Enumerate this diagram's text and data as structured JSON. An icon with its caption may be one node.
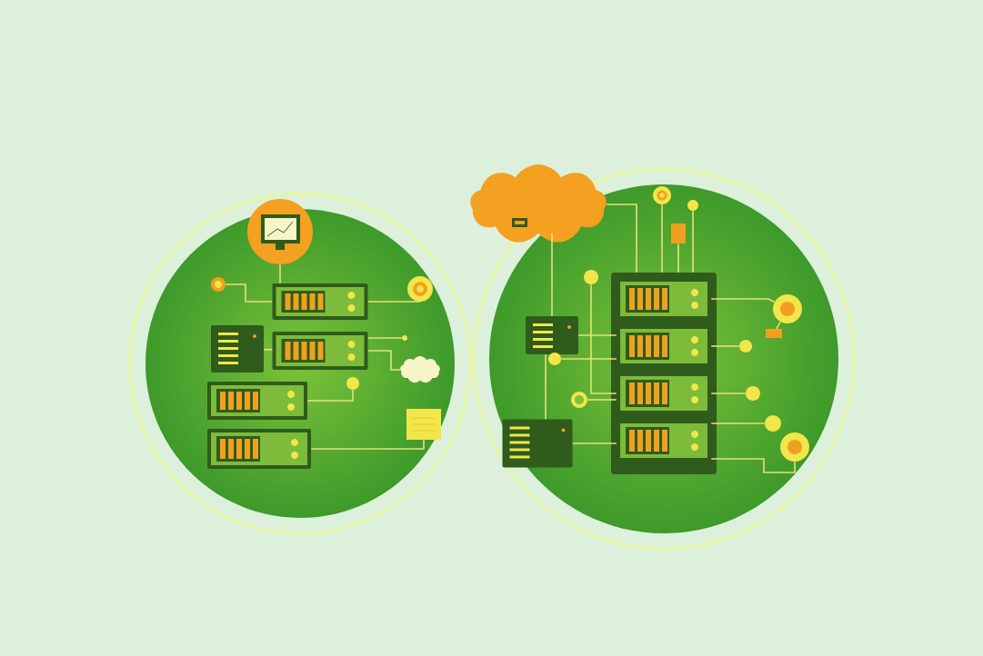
{
  "diagram": {
    "nodes": [
      {
        "text": [],
        "shape": "circle"
      },
      {
        "text": [],
        "shape": "circle",
        "in": 0
      },
      {
        "text": [],
        "shape": "circle",
        "in": 0
      },
      {
        "text": [],
        "shape": "box",
        "in": 0
      },
      {
        "text": [],
        "shape": "box",
        "in": 0
      },
      {
        "text": [],
        "shape": "box",
        "in": 0
      },
      {
        "text": [],
        "shape": "box",
        "in": 0
      },
      {
        "text": [],
        "shape": "box",
        "in": 0
      },
      {
        "text": [],
        "shape": "circle",
        "in": 0
      },
      {
        "text": [],
        "shape": "circle",
        "in": 0
      },
      {
        "text": [],
        "shape": "circle",
        "in": 0
      },
      {
        "text": [],
        "shape": "cloud",
        "in": 0
      },
      {
        "text": [],
        "shape": "box",
        "in": 0
      },
      {
        "text": [],
        "shape": "circle"
      },
      {
        "text": [],
        "shape": "cloud"
      },
      {
        "text": [],
        "shape": "circle",
        "in": 13
      },
      {
        "text": [],
        "shape": "circle",
        "in": 13
      },
      {
        "text": [],
        "shape": "box",
        "in": 13
      },
      {
        "text": [],
        "shape": "box",
        "in": 13
      },
      {
        "text": [],
        "shape": "box",
        "in": 18
      },
      {
        "text": [],
        "shape": "box",
        "in": 18
      },
      {
        "text": [],
        "shape": "box",
        "in": 18
      },
      {
        "text": [],
        "shape": "box",
        "in": 18
      },
      {
        "text": [],
        "shape": "box",
        "in": 13
      },
      {
        "text": [],
        "shape": "box",
        "in": 13
      },
      {
        "text": [],
        "shape": "circle",
        "in": 13
      },
      {
        "text": [],
        "shape": "circle",
        "in": 13
      },
      {
        "text": [],
        "shape": "circle",
        "in": 13
      },
      {
        "text": [],
        "shape": "circle",
        "in": 13
      },
      {
        "text": [],
        "shape": "box",
        "in": 13
      },
      {
        "text": [],
        "shape": "circle",
        "in": 13
      },
      {
        "text": [],
        "shape": "circle",
        "in": 13
      },
      {
        "text": [],
        "shape": "circle",
        "in": 13
      },
      {
        "text": [],
        "shape": "circle",
        "in": 13
      }
    ],
    "edges": [
      {
        "from": 1,
        "to": 3,
        "arrow": "none"
      },
      {
        "from": 2,
        "to": 3,
        "arrow": "none"
      },
      {
        "from": 3,
        "to": 8,
        "arrow": "none"
      },
      {
        "from": 5,
        "to": 9,
        "arrow": "none"
      },
      {
        "from": 5,
        "to": 11,
        "arrow": "none"
      },
      {
        "from": 4,
        "to": 5,
        "arrow": "none"
      },
      {
        "from": 6,
        "to": 10,
        "arrow": "none"
      },
      {
        "from": 7,
        "to": 12,
        "arrow": "none"
      },
      {
        "from": 14,
        "to": 23,
        "arrow": "none"
      },
      {
        "from": 14,
        "to": 18,
        "arrow": "none"
      },
      {
        "from": 15,
        "to": 18,
        "arrow": "none"
      },
      {
        "from": 16,
        "to": 18,
        "arrow": "none"
      },
      {
        "from": 17,
        "to": 18,
        "arrow": "none"
      },
      {
        "from": 25,
        "to": 21,
        "arrow": "none"
      },
      {
        "from": 23,
        "to": 20,
        "arrow": "none"
      },
      {
        "from": 26,
        "to": 20,
        "arrow": "none"
      },
      {
        "from": 27,
        "to": 21,
        "arrow": "none"
      },
      {
        "from": 24,
        "to": 22,
        "arrow": "none"
      },
      {
        "from": 23,
        "to": 24,
        "arrow": "none"
      },
      {
        "from": 19,
        "to": 28,
        "arrow": "none"
      },
      {
        "from": 28,
        "to": 29,
        "arrow": "none"
      },
      {
        "from": 20,
        "to": 30,
        "arrow": "none"
      },
      {
        "from": 21,
        "to": 31,
        "arrow": "none"
      },
      {
        "from": 22,
        "to": 32,
        "arrow": "none"
      },
      {
        "from": 22,
        "to": 33,
        "arrow": "none"
      }
    ]
  }
}
